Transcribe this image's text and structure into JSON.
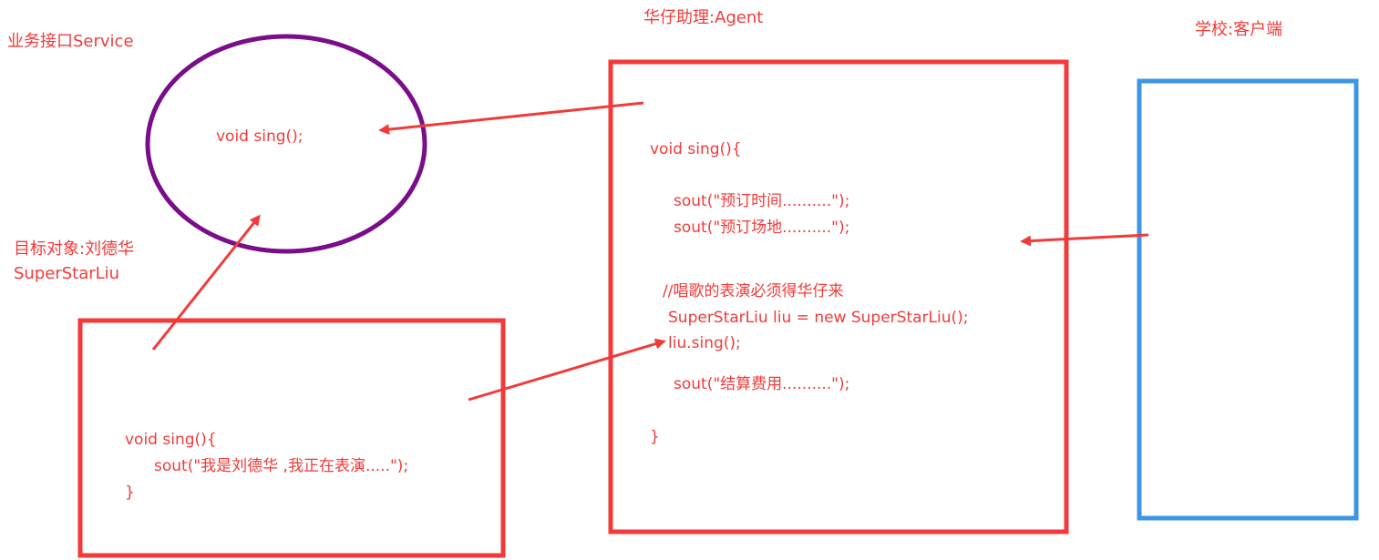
{
  "colors": {
    "text": "#f23a3a",
    "box_red": "#f23a3a",
    "box_blue": "#3c96e6",
    "ellipse": "#7a0d8a",
    "arrow": "#f23a3a"
  },
  "labels": {
    "service": "业务接口Service",
    "agent": "华仔助理:Agent",
    "client": "学校:客户端",
    "target_line1": "目标对象:刘德华",
    "target_line2": "SuperStarLiu"
  },
  "interface_code": "void sing();",
  "target_code": {
    "line1": "void sing(){",
    "line2": "sout(\"我是刘德华 ,我正在表演.....\");",
    "line3": "}"
  },
  "agent_code": {
    "line1": "void sing(){",
    "line2": "sout(\"预订时间..........\");",
    "line3": "sout(\"预订场地..........\");",
    "line4": "//唱歌的表演必须得华仔来",
    "line5": "SuperStarLiu liu = new SuperStarLiu();",
    "line6": "liu.sing();",
    "line7": "sout(\"结算费用..........\");",
    "line8": "}"
  }
}
